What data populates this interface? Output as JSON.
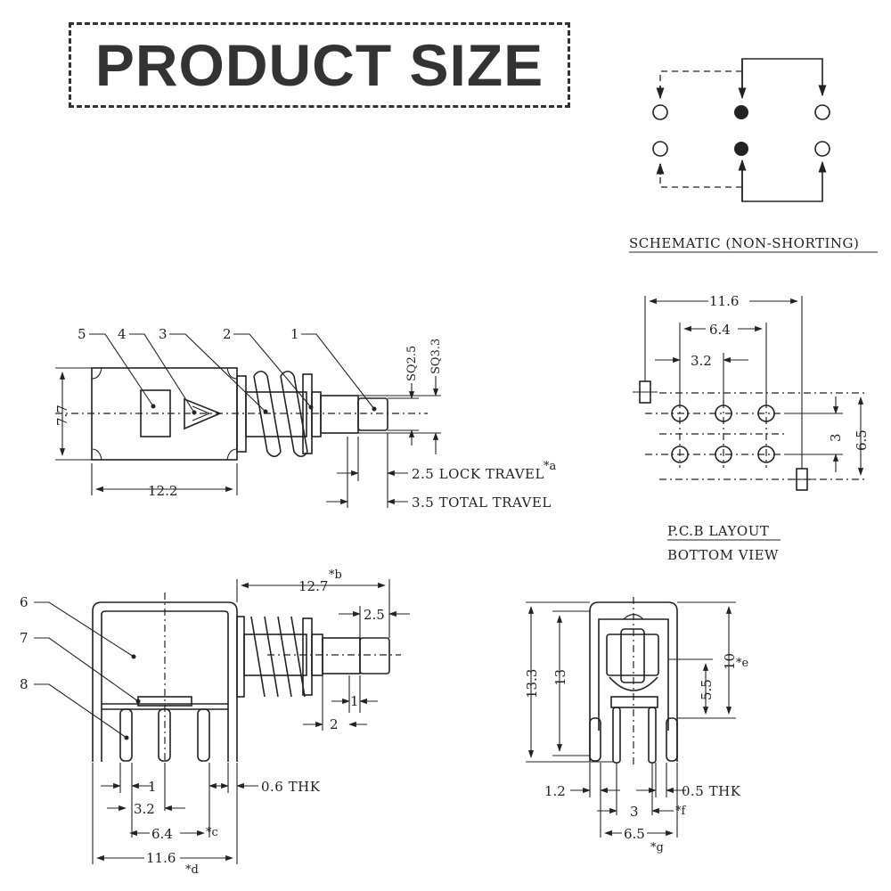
{
  "title": "PRODUCT SIZE",
  "schematic_label": "SCHEMATIC (NON-SHORTING)",
  "pcb_label_1": "P.C.B LAYOUT",
  "pcb_label_2": "BOTTOM VIEW",
  "side_view": {
    "callouts": [
      "5",
      "4",
      "3",
      "2",
      "1"
    ],
    "sq_small": "SQ2.5",
    "sq_large": "SQ3.3",
    "height": "7.7",
    "length": "12.2",
    "lock_travel": "2.5 LOCK TRAVEL",
    "lock_travel_note": "*a",
    "total_travel": "3.5 TOTAL TRAVEL"
  },
  "pcb_layout": {
    "width": "11.6",
    "pitch_wide": "6.4",
    "pitch": "3.2",
    "row_pitch": "3",
    "height": "6.5"
  },
  "front_view": {
    "callouts": [
      "6",
      "7",
      "8"
    ],
    "length": "12.7",
    "length_note": "*b",
    "plunger": "2.5",
    "dim_1a": "1",
    "dim_2": "2",
    "dim_1b": "1",
    "thickness": "0.6 THK",
    "pitch": "3.2",
    "pitch_wide": "6.4",
    "pitch_wide_note": "*c",
    "width": "11.6",
    "width_note": "*d"
  },
  "end_view": {
    "height_total": "13.3",
    "height": "13",
    "body_height": "10",
    "body_height_note": "*e",
    "inner": "5.5",
    "pin_offset": "1.2",
    "thickness": "0.5 THK",
    "pitch": "3",
    "pitch_note": "*f",
    "width": "6.5",
    "width_note": "*g"
  }
}
